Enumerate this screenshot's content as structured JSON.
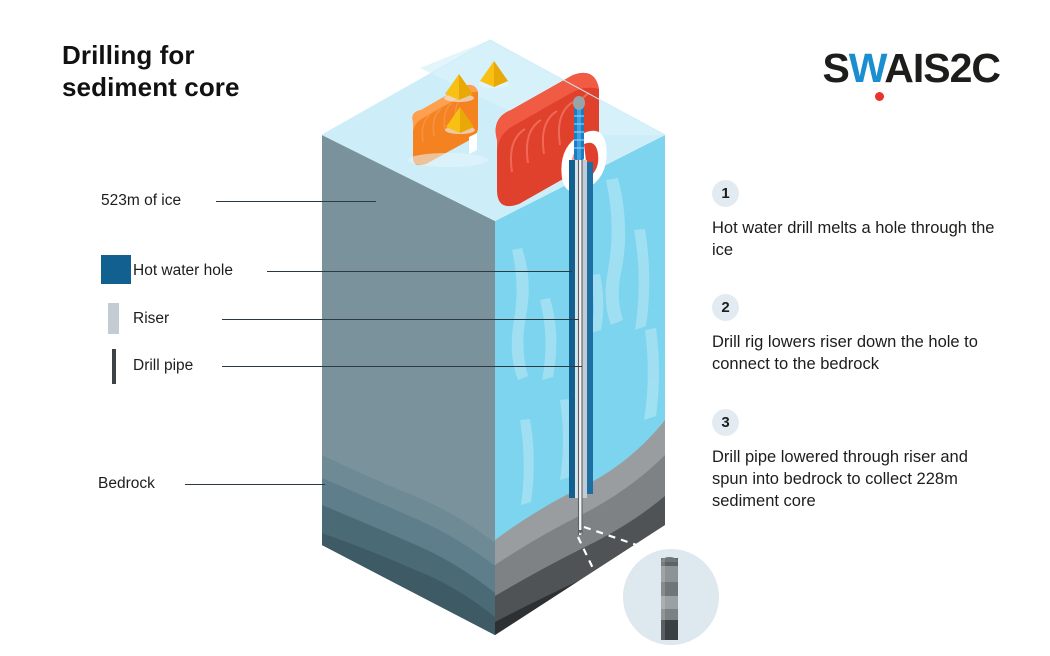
{
  "page": {
    "title": "Drilling for\nsediment core",
    "background": "#ffffff"
  },
  "logo": {
    "part_s": "S",
    "part_w": "W",
    "part_rest": "AIS2C",
    "dot_color": "#e8342a",
    "w_color": "#1b8ed0",
    "text_color": "#1d1d1b"
  },
  "legend": {
    "ice_depth": "523m of ice",
    "hot_water_hole": "Hot water hole",
    "riser": "Riser",
    "drill_pipe": "Drill pipe",
    "bedrock": "Bedrock",
    "colors": {
      "hot_water_hole": "#11608f",
      "riser": "#c3ccd2",
      "drill_pipe": "#3b4349",
      "leader_line": "#2b3a42"
    }
  },
  "steps": [
    {
      "number": "1",
      "text": "Hot water drill melts a hole through the ice"
    },
    {
      "number": "2",
      "text": "Drill rig lowers riser down the hole to connect to the bedrock"
    },
    {
      "number": "3",
      "text": "Drill pipe lowered through riser and spun into bedrock to collect 228m sediment core"
    }
  ],
  "step_badge_color": "#e3ebf2",
  "illustration": {
    "ice_top_color": "#cdeef8",
    "ice_right_color": "#7dd4ee",
    "ice_right_streak_color": "#a5e2f2",
    "ice_left_color": "#7a929c",
    "bedrock_right_colors": [
      "#9a9da0",
      "#7e8285",
      "#4f5356",
      "#2e3134"
    ],
    "bedrock_left_colors": [
      "#6d8a95",
      "#5d7e8a",
      "#4a6b76",
      "#3e5a64"
    ],
    "red_tent_color": "#e0412d",
    "orange_tent_color": "#f58220",
    "yellow_tent_color": "#f7c012",
    "mast_color": "#1b7ec2",
    "mast_top_color": "#9aa3a8",
    "magnifier_bg": "#dde8ef",
    "core_band_colors": [
      "#5d6367",
      "#8c9296",
      "#6f7579",
      "#9aa0a4",
      "#7b8185",
      "#3b4044"
    ],
    "camp_items": [
      "red-tent",
      "orange-tent",
      "yellow-pyramid-tent",
      "yellow-pyramid-tent",
      "yellow-pyramid-tent",
      "drill-mast"
    ]
  }
}
